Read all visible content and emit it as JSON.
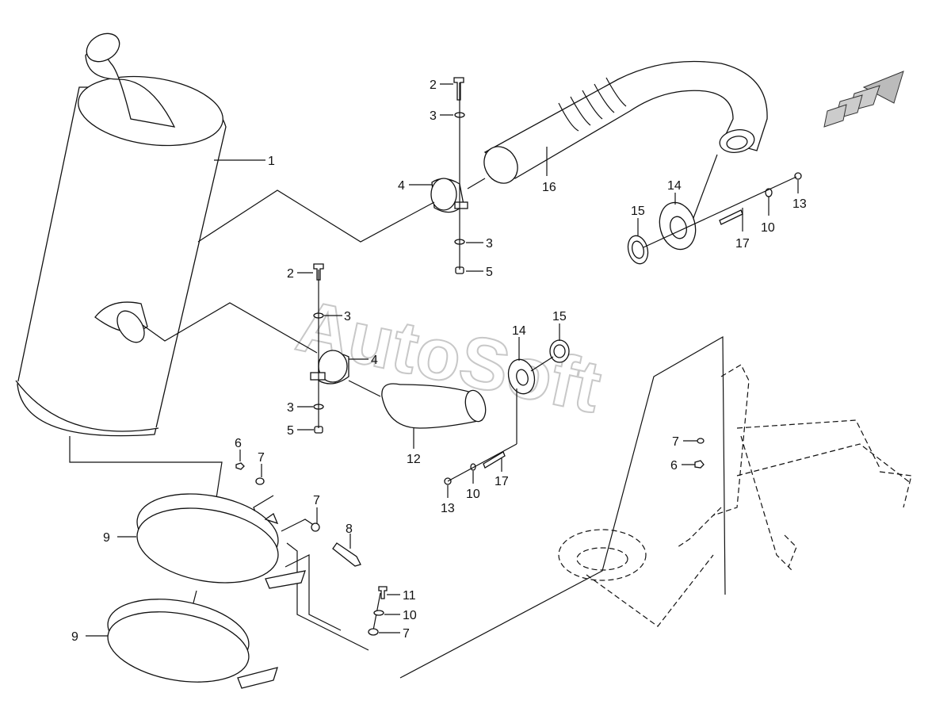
{
  "watermark": "AutoSoft",
  "callouts": {
    "c1": "1",
    "c2a": "2",
    "c3a": "3",
    "c4a": "4",
    "c3b": "3",
    "c5a": "5",
    "c16": "16",
    "c14a": "14",
    "c15a": "15",
    "c17a": "17",
    "c10a": "10",
    "c13a": "13",
    "c2b": "2",
    "c3c": "3",
    "c4b": "4",
    "c3d": "3",
    "c5b": "5",
    "c14b": "14",
    "c15b": "15",
    "c12": "12",
    "c17b": "17",
    "c10b": "10",
    "c13b": "13",
    "c6a": "6",
    "c7a": "7",
    "c9a": "9",
    "c7b": "7",
    "c8": "8",
    "c11": "11",
    "c10c": "10",
    "c7c": "7",
    "c9b": "9",
    "c7d": "7",
    "c6b": "6"
  },
  "icons": {
    "direction": "forward-arrow-icon"
  }
}
